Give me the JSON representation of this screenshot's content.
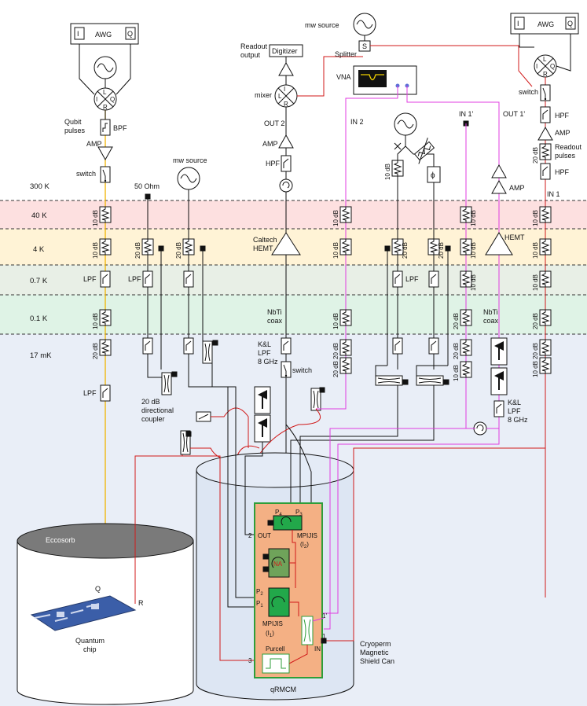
{
  "colors": {
    "band_40K": "#fde0e0",
    "band_4K": "#fff3d6",
    "band_07K": "#e8efe6",
    "band_01K": "#dff3e6",
    "band_17mK": "#e9eef7",
    "wire_black": "#111111",
    "wire_red": "#d11a1a",
    "wire_magenta": "#e03ce0",
    "wire_orange": "#f0b400",
    "qrmcm_box": "#f4b084",
    "qrmcm_border": "#2e9e3a",
    "mpijis_green": "#22a84a",
    "na_green": "#6fa35a"
  },
  "temperatures": {
    "t300K": "300 K",
    "t40K": "40 K",
    "t4K": "4 K",
    "t07K": "0.7 K",
    "t01K": "0.1 K",
    "t17mK": "17 mK"
  },
  "labels": {
    "awg": "AWG",
    "awg_i": "I",
    "awg_q": "Q",
    "mixer_l": "L",
    "mixer_i": "I",
    "mixer_r": "R",
    "mixer_q": "Q",
    "qubit_pulses_1": "Qubit",
    "qubit_pulses_2": "pulses",
    "bpf": "BPF",
    "amp": "AMP",
    "switch": "switch",
    "mw_source": "mw source",
    "fifty_ohm": "50 Ohm",
    "lpf": "LPF",
    "hpf": "HPF",
    "db10": "10 dB",
    "db20": "20 dB",
    "readout_output_1": "Readout",
    "readout_output_2": "output",
    "digitizer": "Digitizer",
    "mixer": "mixer",
    "splitter": "Splitter",
    "splitter_s": "S",
    "vna": "VNA",
    "out2": "OUT 2",
    "in2": "IN 2",
    "in1p": "IN 1'",
    "out1p": "OUT 1'",
    "in1": "IN 1",
    "readout_pulses_1": "Readout",
    "readout_pulses_2": "pulses",
    "caltech_hemt_1": "Caltech",
    "caltech_hemt_2": "HEMT",
    "hemt": "HEMT",
    "nbti_coax_1": "NbTi",
    "nbti_coax_2": "coax",
    "kl_lpf_1": "K&L",
    "kl_lpf_2": "LPF",
    "kl_lpf_3": "8 GHz",
    "directional_coupler_1": "20 dB",
    "directional_coupler_2": "directional",
    "directional_coupler_3": "coupler",
    "phi": "ϕ",
    "eccosorb": "Eccosorb",
    "q": "Q",
    "r": "R",
    "quantum_chip_1": "Quantum",
    "quantum_chip_2": "chip",
    "port_2": "2",
    "out": "OUT",
    "p4": "P",
    "p4_sub": "4",
    "p3": "P",
    "p3_sub": "3",
    "mpijis": "MPIJIS",
    "i2": "(I",
    "i2_sub": "2",
    "i_close": ")",
    "na": "NA",
    "p2": "P",
    "p2_sub": "2",
    "p1": "P",
    "p1_sub": "1",
    "i1": "(I",
    "i1_sub": "1",
    "port_1p": "1'",
    "port_1": "1",
    "in": "IN",
    "port_3": "3",
    "purcell": "Purcell",
    "qrmcm": "qRMCM",
    "cryoperm_1": "Cryoperm",
    "cryoperm_2": "Magnetic",
    "cryoperm_3": "Shield Can"
  }
}
